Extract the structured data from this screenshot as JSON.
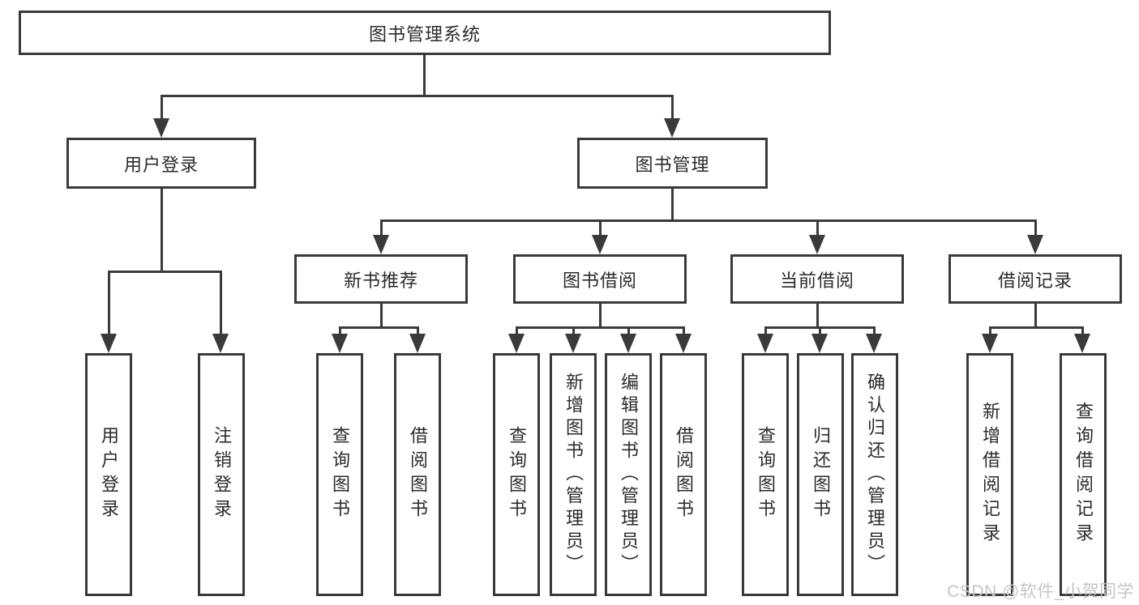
{
  "diagram_type": "tree",
  "tree": {
    "label": "图书管理系统",
    "children": [
      {
        "label": "用户登录",
        "children": [
          {
            "label": "用户登录"
          },
          {
            "label": "注销登录"
          }
        ]
      },
      {
        "label": "图书管理",
        "children": [
          {
            "label": "新书推荐",
            "children": [
              {
                "label": "查询图书"
              },
              {
                "label": "借阅图书"
              }
            ]
          },
          {
            "label": "图书借阅",
            "children": [
              {
                "label": "查询图书"
              },
              {
                "label": "新增图书（管理员）"
              },
              {
                "label": "编辑图书（管理员）"
              },
              {
                "label": "借阅图书"
              }
            ]
          },
          {
            "label": "当前借阅",
            "children": [
              {
                "label": "查询图书"
              },
              {
                "label": "归还图书"
              },
              {
                "label": "确认归还（管理员）"
              }
            ]
          },
          {
            "label": "借阅记录",
            "children": [
              {
                "label": "新增借阅记录"
              },
              {
                "label": "查询借阅记录"
              }
            ]
          }
        ]
      }
    ]
  },
  "watermark": "CSDN @软件_小贺同学",
  "colors": {
    "line": "#3a3a3a",
    "text": "#2b2b2b",
    "background": "#ffffff",
    "watermark": "#c4c6c9"
  }
}
